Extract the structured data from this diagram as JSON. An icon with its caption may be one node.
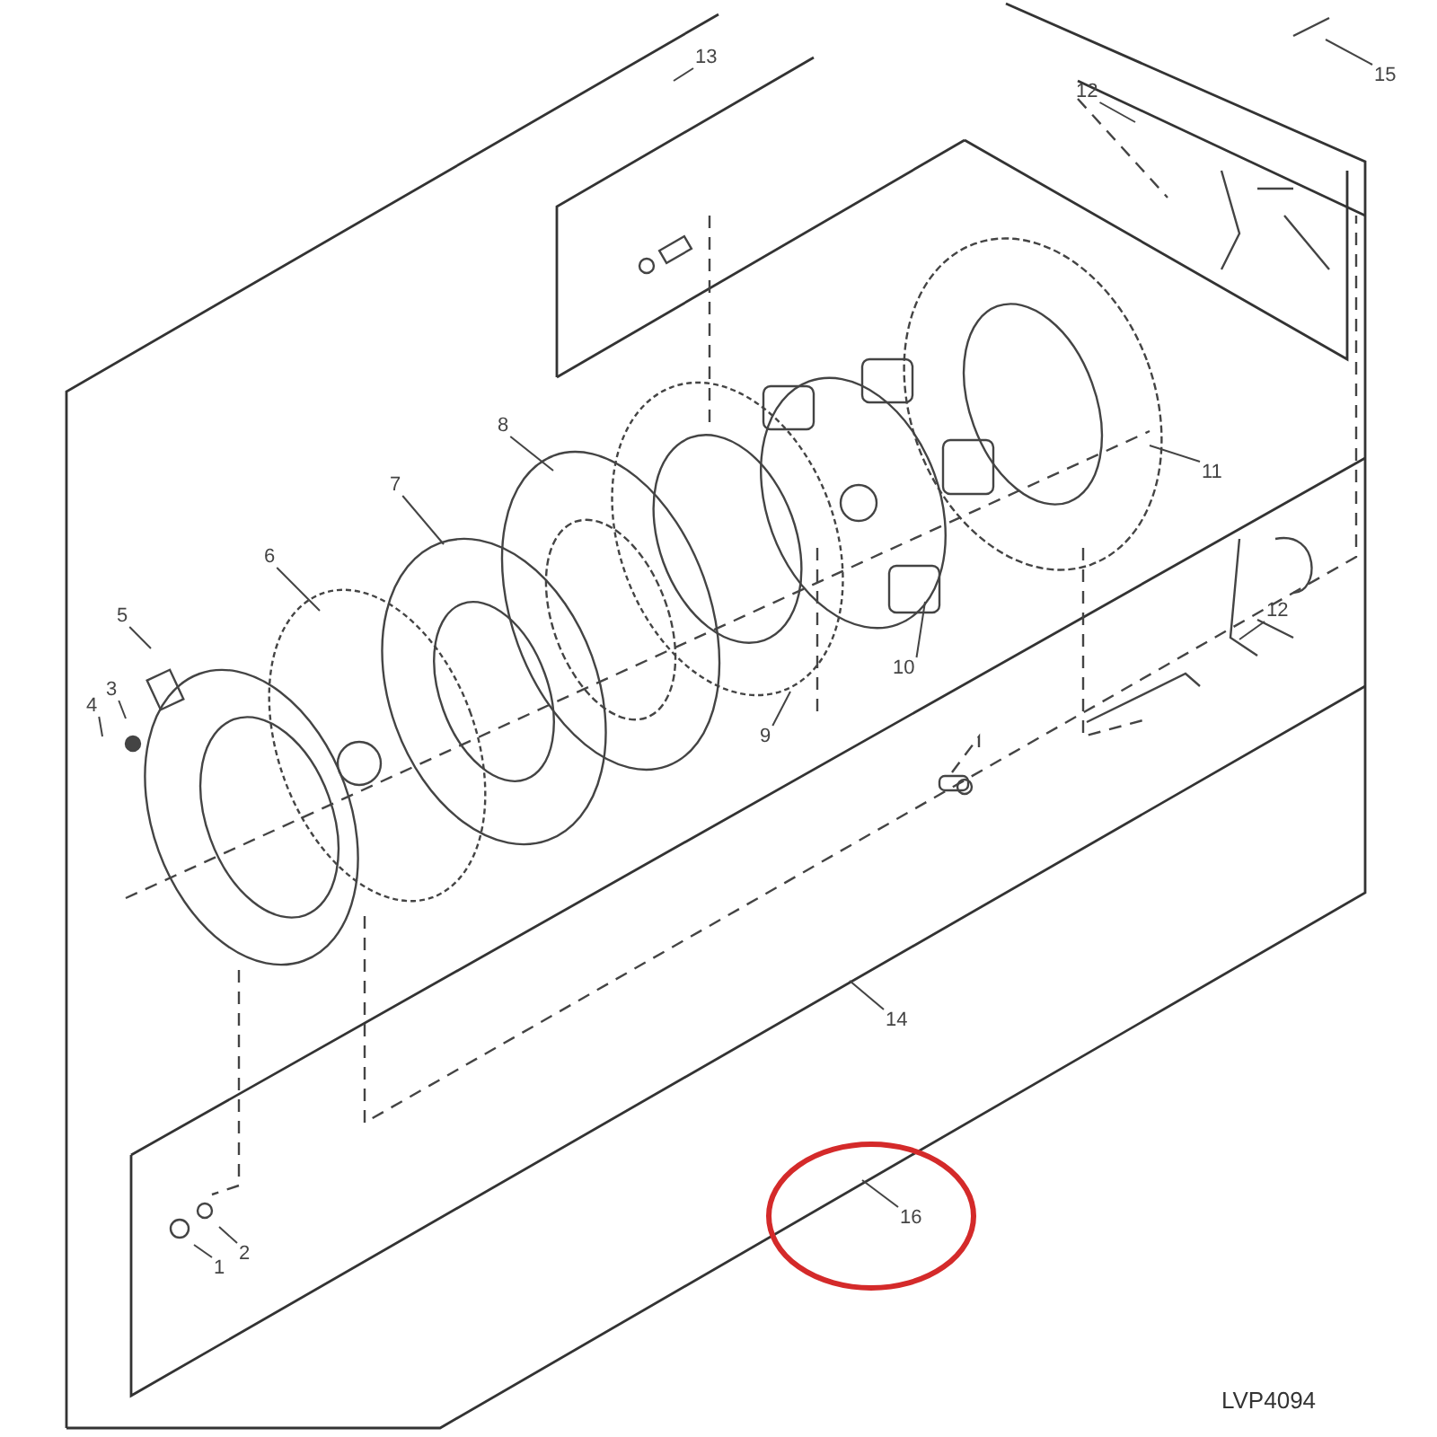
{
  "diagram": {
    "nodes": [
      {
        "text": [
          "13"
        ]
      },
      {
        "text": [
          "15"
        ]
      },
      {
        "text": [
          "12"
        ]
      },
      {
        "text": [
          "8"
        ]
      },
      {
        "text": [
          "11"
        ]
      },
      {
        "text": [
          "7"
        ]
      },
      {
        "text": [
          "6"
        ]
      },
      {
        "text": [
          "12"
        ]
      },
      {
        "text": [
          "5"
        ]
      },
      {
        "text": [
          "10"
        ]
      },
      {
        "text": [
          "3"
        ]
      },
      {
        "text": [
          "4"
        ]
      },
      {
        "text": [
          "9"
        ]
      },
      {
        "text": [
          "14"
        ]
      },
      {
        "text": [
          "16"
        ]
      },
      {
        "text": [
          "2"
        ]
      },
      {
        "text": [
          "1"
        ]
      }
    ],
    "edges": [
      {
        "from": 0,
        "to": null,
        "arrow": "none"
      },
      {
        "from": 1,
        "to": null,
        "arrow": "none"
      },
      {
        "from": 2,
        "to": null,
        "arrow": "none"
      },
      {
        "from": 3,
        "to": null,
        "arrow": "none"
      },
      {
        "from": 4,
        "to": null,
        "arrow": "none"
      },
      {
        "from": 5,
        "to": null,
        "arrow": "none"
      },
      {
        "from": 6,
        "to": null,
        "arrow": "none"
      },
      {
        "from": 7,
        "to": null,
        "arrow": "none"
      },
      {
        "from": 8,
        "to": null,
        "arrow": "none"
      },
      {
        "from": 9,
        "to": null,
        "arrow": "none"
      },
      {
        "from": 10,
        "to": null,
        "arrow": "none"
      },
      {
        "from": 11,
        "to": null,
        "arrow": "none"
      },
      {
        "from": 12,
        "to": null,
        "arrow": "none"
      },
      {
        "from": 13,
        "to": null,
        "arrow": "none"
      },
      {
        "from": 14,
        "to": null,
        "arrow": "none"
      },
      {
        "from": 15,
        "to": null,
        "arrow": "none"
      },
      {
        "from": 16,
        "to": null,
        "arrow": "none"
      }
    ],
    "labels": [
      "LVP4094"
    ]
  }
}
